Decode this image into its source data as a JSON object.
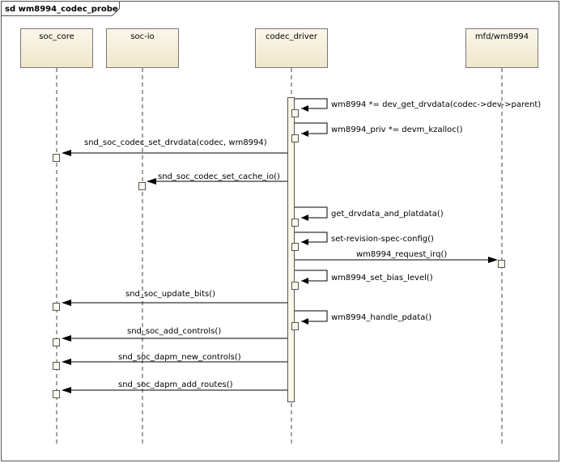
{
  "frame": {
    "title": "sd wm8994_codec_probe"
  },
  "lifelines": [
    {
      "id": "soc_core",
      "label": "soc_core"
    },
    {
      "id": "soc_io",
      "label": "soc-io"
    },
    {
      "id": "codec_driver",
      "label": "codec_driver"
    },
    {
      "id": "mfd",
      "label": "mfd/wm8994"
    }
  ],
  "messages": [
    {
      "label": "wm8994 *= dev_get_drvdata(codec->dev->parent)",
      "from": "codec_driver",
      "to": "codec_driver"
    },
    {
      "label": "wm8994_priv *= devm_kzalloc()",
      "from": "codec_driver",
      "to": "codec_driver"
    },
    {
      "label": "snd_soc_codec_set_drvdata(codec, wm8994)",
      "from": "codec_driver",
      "to": "soc_core"
    },
    {
      "label": "snd_soc_codec_set_cache_io()",
      "from": "codec_driver",
      "to": "soc_io"
    },
    {
      "label": "get_drvdata_and_platdata()",
      "from": "codec_driver",
      "to": "codec_driver"
    },
    {
      "label": "set-revision-spec-config()",
      "from": "codec_driver",
      "to": "codec_driver"
    },
    {
      "label": "wm8994_request_irq()",
      "from": "codec_driver",
      "to": "mfd"
    },
    {
      "label": "wm8994_set_bias_level()",
      "from": "codec_driver",
      "to": "codec_driver"
    },
    {
      "label": "snd_soc_update_bits()",
      "from": "codec_driver",
      "to": "soc_core"
    },
    {
      "label": "wm8994_handle_pdata()",
      "from": "codec_driver",
      "to": "codec_driver"
    },
    {
      "label": "snd_soc_add_controls()",
      "from": "codec_driver",
      "to": "soc_core"
    },
    {
      "label": "snd_soc_dapm_new_controls()",
      "from": "codec_driver",
      "to": "soc_core"
    },
    {
      "label": "snd_soc_dapm_add_routes()",
      "from": "codec_driver",
      "to": "soc_core"
    }
  ]
}
